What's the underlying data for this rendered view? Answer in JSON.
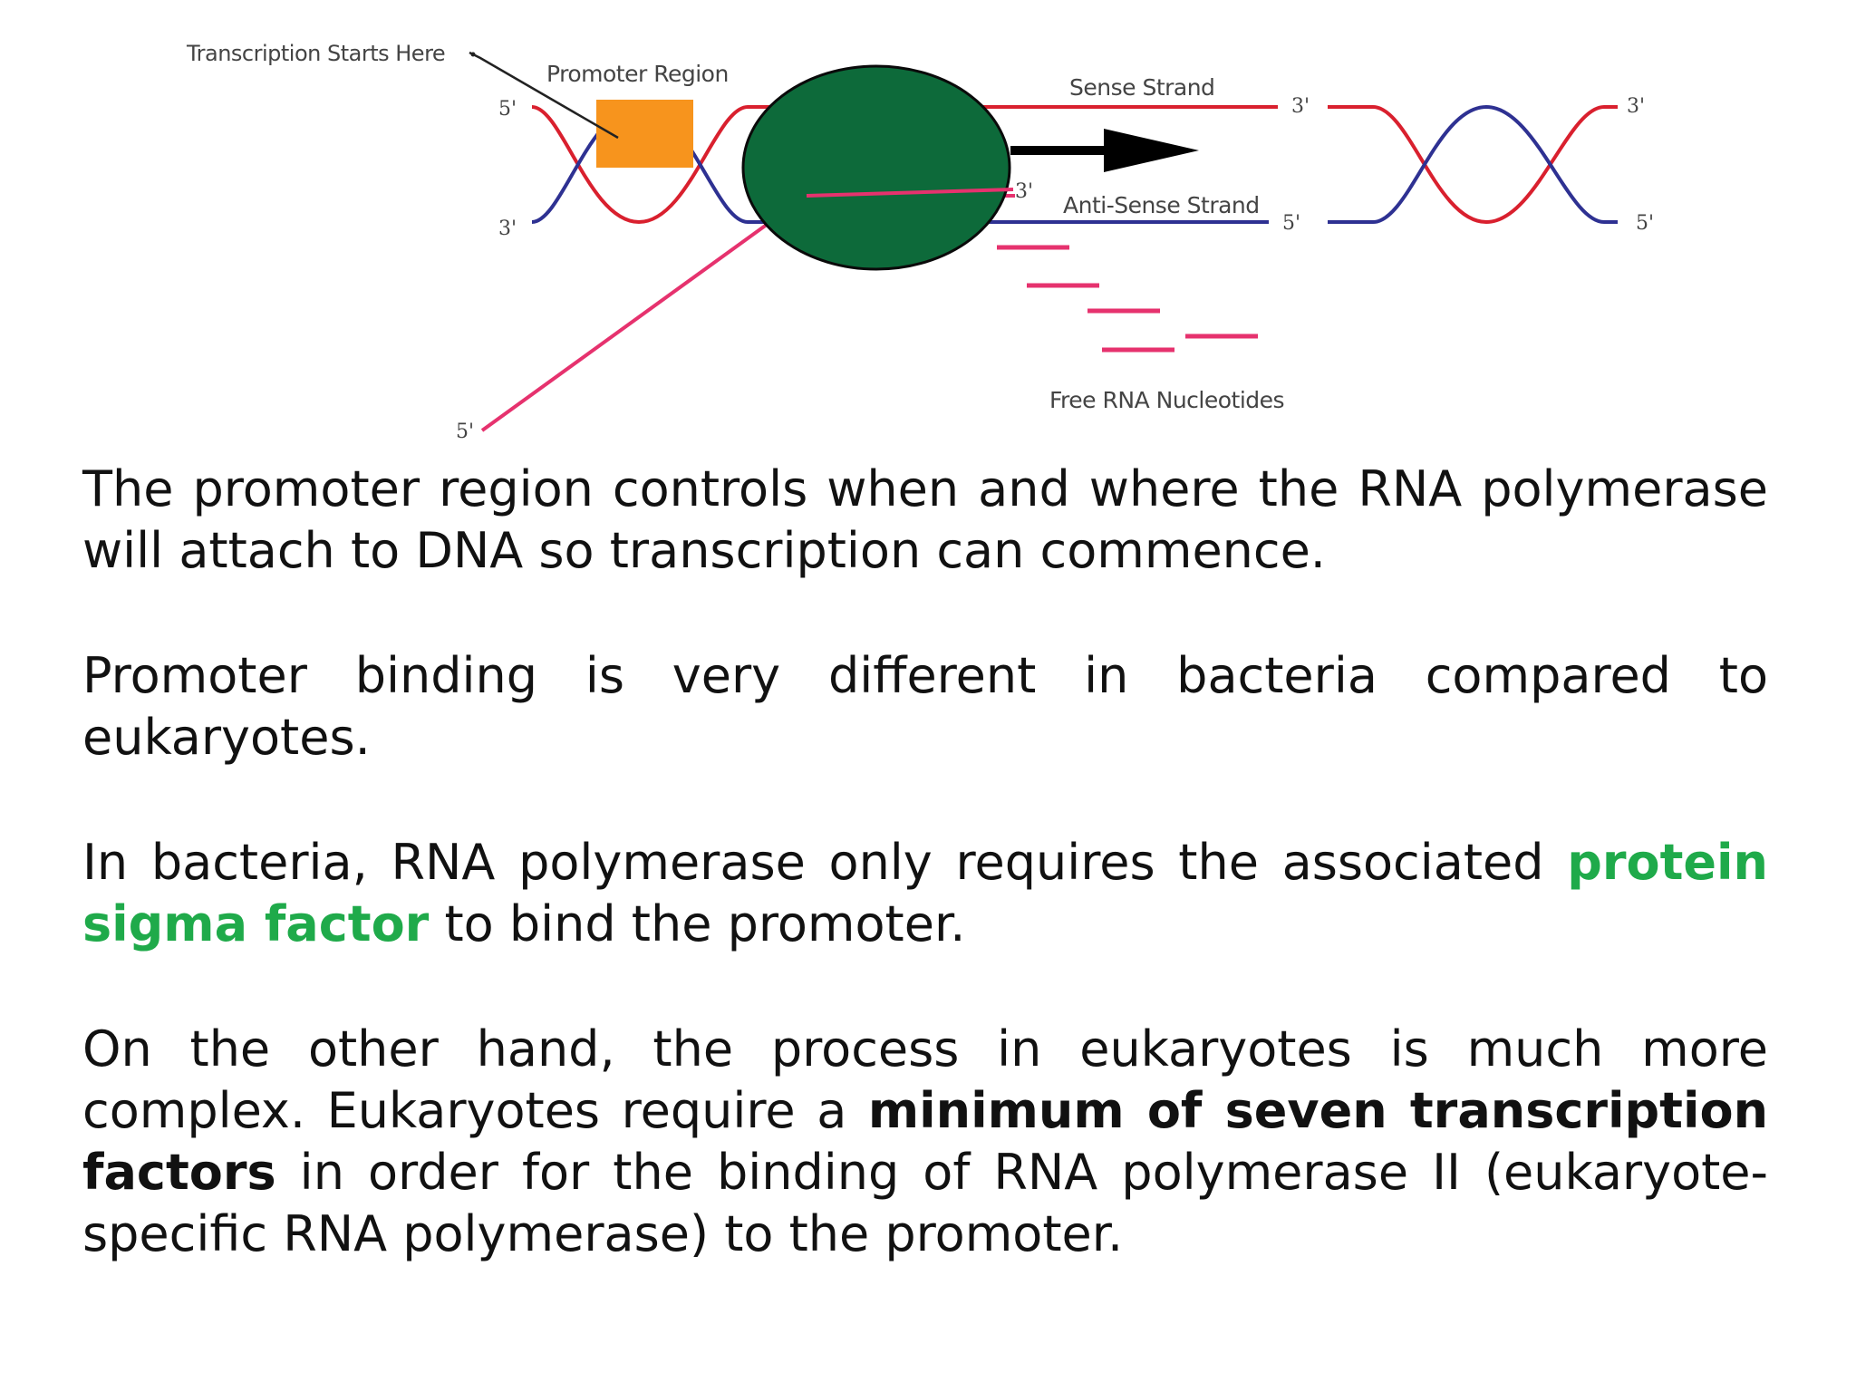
{
  "diagram": {
    "labels": {
      "transcription_start": "Transcription Starts Here",
      "promoter_region": "Promoter Region",
      "sense_strand": "Sense Strand",
      "antisense_strand": "Anti-Sense Strand",
      "free_nucleotides": "Free RNA Nucleotides"
    },
    "strand_ends": {
      "left_top": "5'",
      "left_bottom": "3'",
      "rna_start": "5'",
      "rna_end": "3'",
      "mid_top": "3'",
      "mid_bottom": "5'",
      "right_top": "3'",
      "right_bottom": "5'"
    },
    "colors": {
      "sense_strand": "#d9202e",
      "antisense_strand": "#2e3192",
      "rna": "#e6326e",
      "polymerase": "#0d6a3a",
      "promoter": "#f7941d",
      "arrow": "#000000"
    }
  },
  "paragraphs": {
    "p1": "The promoter region controls when and where the RNA polymerase will attach to DNA so transcription can commence.",
    "p2": "Promoter binding is very different in bacteria compared to eukaryotes.",
    "p3": {
      "before": "In bacteria, RNA polymerase only requires the associated ",
      "highlight": "protein sigma factor",
      "after": " to bind the promoter."
    },
    "p4": {
      "before": "On the other hand, the process in eukaryotes is much more complex. Eukaryotes require a ",
      "bold": "minimum of seven transcription factors",
      "after": " in order for the binding of RNA polymerase II (eukaryote-specific RNA polymerase) to the promoter."
    }
  }
}
